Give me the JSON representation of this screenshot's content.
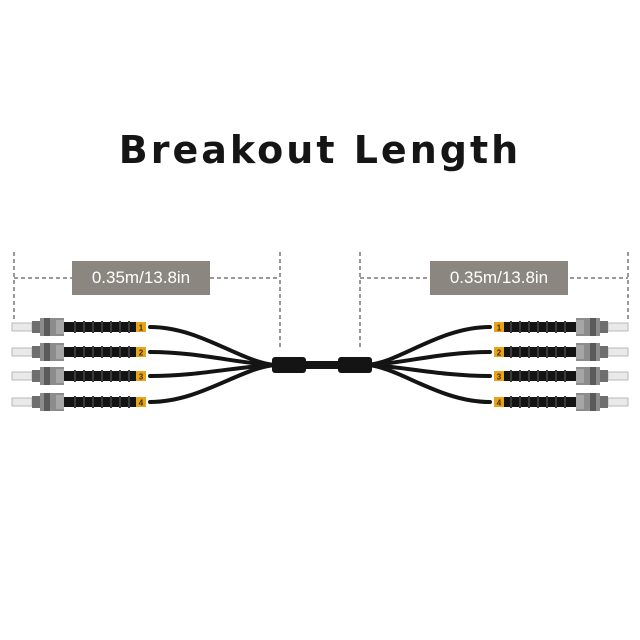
{
  "title": "Breakout Length",
  "breakout_length_left": "0.35m/13.8in",
  "breakout_length_right": "0.35m/13.8in",
  "legs": [
    {
      "label": "1",
      "boot_color": "#e8a317"
    },
    {
      "label": "2",
      "boot_color": "#e8a317"
    },
    {
      "label": "3",
      "boot_color": "#e8a317"
    },
    {
      "label": "4",
      "boot_color": "#e8a317"
    }
  ],
  "colors": {
    "cable": "#141414",
    "connector_metal": "#8c8c8c",
    "ferrule": "#e9e9e9",
    "dimension_line": "#333333",
    "label_box": "#8b8680"
  },
  "icons": [
    "st-connector-icon",
    "fanout-kit-icon"
  ]
}
